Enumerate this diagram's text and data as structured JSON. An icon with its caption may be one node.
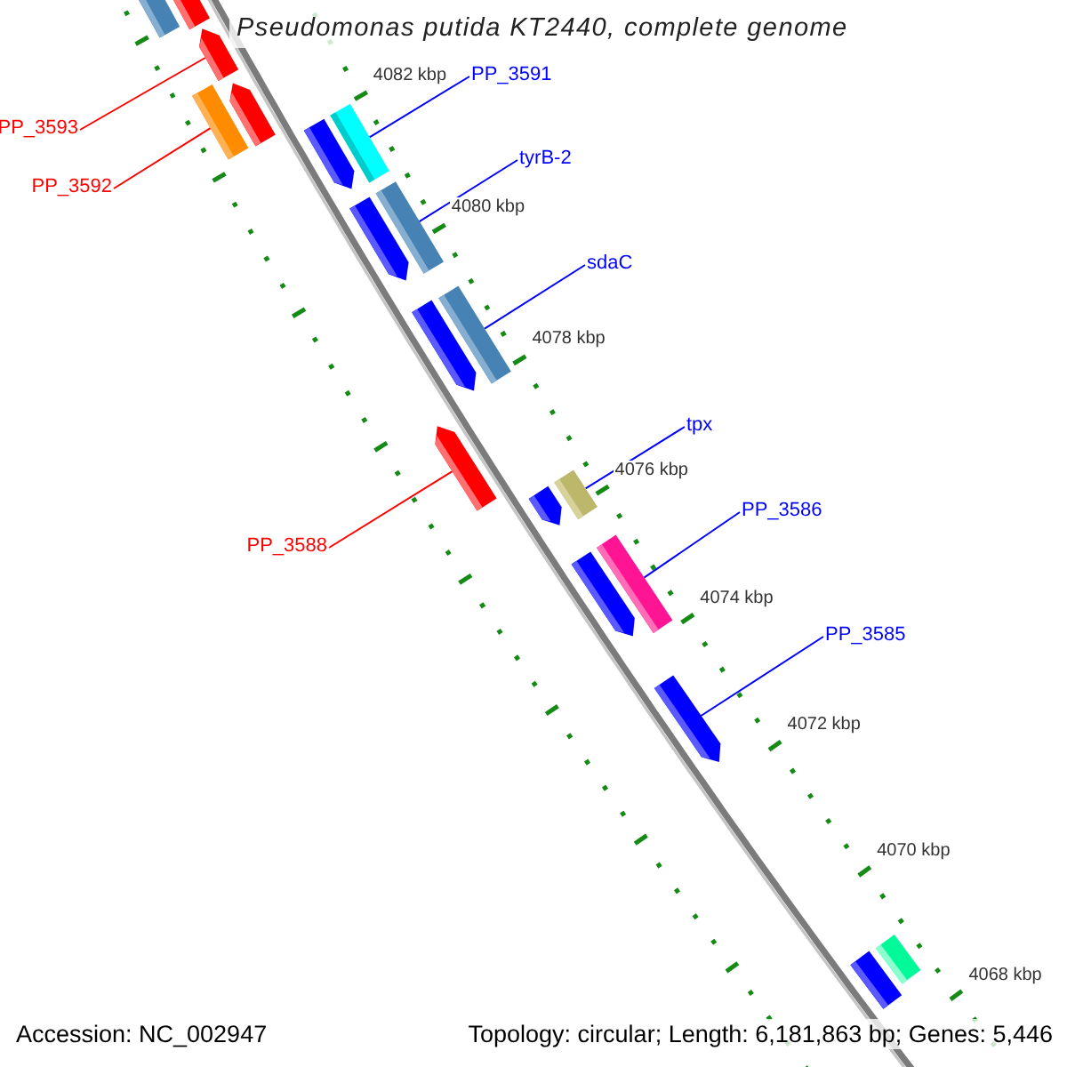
{
  "diagram": {
    "title": "Pseudomonas putida KT2440, complete genome",
    "nodes": [
      {
        "text": [],
        "shape": "bar"
      },
      {
        "text": [],
        "shape": "bar"
      },
      {
        "text": [],
        "shape": "arrow"
      },
      {
        "text": [
          "PP_3593"
        ]
      },
      {
        "text": [],
        "shape": "arrow"
      },
      {
        "text": [],
        "shape": "bar"
      },
      {
        "text": [
          "PP_3592"
        ]
      },
      {
        "text": [
          "PP_3591"
        ]
      },
      {
        "text": [],
        "shape": "arrow"
      },
      {
        "text": [],
        "shape": "bar"
      },
      {
        "text": [
          "tyrB-2"
        ]
      },
      {
        "text": [],
        "shape": "arrow"
      },
      {
        "text": [],
        "shape": "bar"
      },
      {
        "text": [
          "sdaC"
        ]
      },
      {
        "text": [],
        "shape": "arrow"
      },
      {
        "text": [],
        "shape": "bar"
      },
      {
        "text": [
          "tpx"
        ]
      },
      {
        "text": [],
        "shape": "arrow"
      },
      {
        "text": [
          "PP_3588"
        ]
      },
      {
        "text": [],
        "shape": "arrow"
      },
      {
        "text": [],
        "shape": "bar"
      },
      {
        "text": [
          "PP_3586"
        ]
      },
      {
        "text": [],
        "shape": "arrow"
      },
      {
        "text": [],
        "shape": "bar"
      },
      {
        "text": [
          "PP_3585"
        ]
      },
      {
        "text": [],
        "shape": "arrow"
      },
      {
        "text": [],
        "shape": "bar"
      },
      {
        "text": [],
        "shape": "bar"
      }
    ],
    "edges": [
      {
        "from": 3,
        "to": 2,
        "arrow": "none",
        "color": "#ff0000"
      },
      {
        "from": 6,
        "to": 5,
        "arrow": "none",
        "color": "#ff0000"
      },
      {
        "from": 7,
        "to": 9,
        "arrow": "none"
      },
      {
        "from": 10,
        "to": 12,
        "arrow": "none"
      },
      {
        "from": 13,
        "to": 15,
        "arrow": "none"
      },
      {
        "from": 16,
        "to": 20,
        "arrow": "none"
      },
      {
        "from": 18,
        "to": 17,
        "arrow": "none",
        "color": "#ff0000"
      },
      {
        "from": 21,
        "to": 23,
        "arrow": "none"
      },
      {
        "from": 24,
        "to": 25,
        "arrow": "none"
      }
    ],
    "labels": [
      "4082 kbp",
      "4080 kbp",
      "4078 kbp",
      "4076 kbp",
      "4074 kbp",
      "4072 kbp",
      "4070 kbp",
      "4068 kbp",
      "Accession: NC_002947",
      "Topology: circular; Length: 6,181,863 bp; Genes: 5,446"
    ]
  }
}
